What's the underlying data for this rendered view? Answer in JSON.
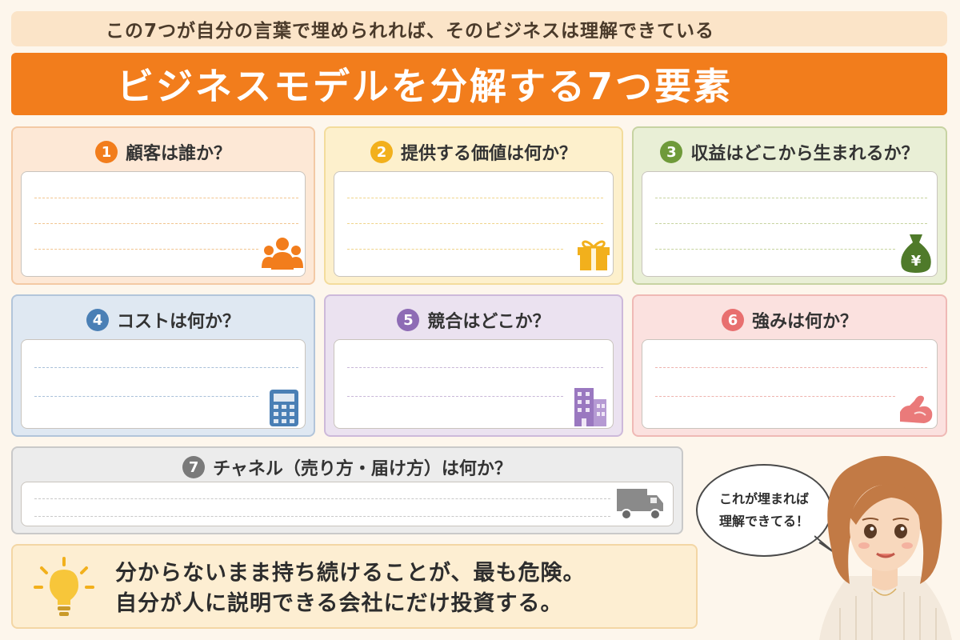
{
  "top_banner": "この7つが自分の言葉で埋められれば、そのビジネスは理解できている",
  "title": "ビジネスモデルを分解する7つ要素",
  "cards": [
    {
      "num": "1",
      "question": "顧客は誰か？",
      "icon": "people-icon",
      "color": "#f27d1c"
    },
    {
      "num": "2",
      "question": "提供する価値は何か？",
      "icon": "gift-icon",
      "color": "#f2b01c"
    },
    {
      "num": "3",
      "question": "収益はどこから生まれるか？",
      "icon": "money-bag-icon",
      "color": "#6f9a3a"
    },
    {
      "num": "4",
      "question": "コストは何か？",
      "icon": "calculator-icon",
      "color": "#4a7fb5"
    },
    {
      "num": "5",
      "question": "競合はどこか？",
      "icon": "building-icon",
      "color": "#8e6cb5"
    },
    {
      "num": "6",
      "question": "強みは何か？",
      "icon": "muscle-arm-icon",
      "color": "#e86f6f"
    },
    {
      "num": "7",
      "question": "チャネル（売り方・届け方）は何か？",
      "icon": "truck-icon",
      "color": "#7a7a7a"
    }
  ],
  "money_symbol": "¥",
  "bubble": {
    "line1": "これが埋まれば",
    "line2": "理解できてる！"
  },
  "tip": {
    "icon": "lightbulb-icon",
    "line1": "分からないまま持ち続けることが、最も危険。",
    "line2": "自分が人に説明できる会社にだけ投資する。"
  }
}
